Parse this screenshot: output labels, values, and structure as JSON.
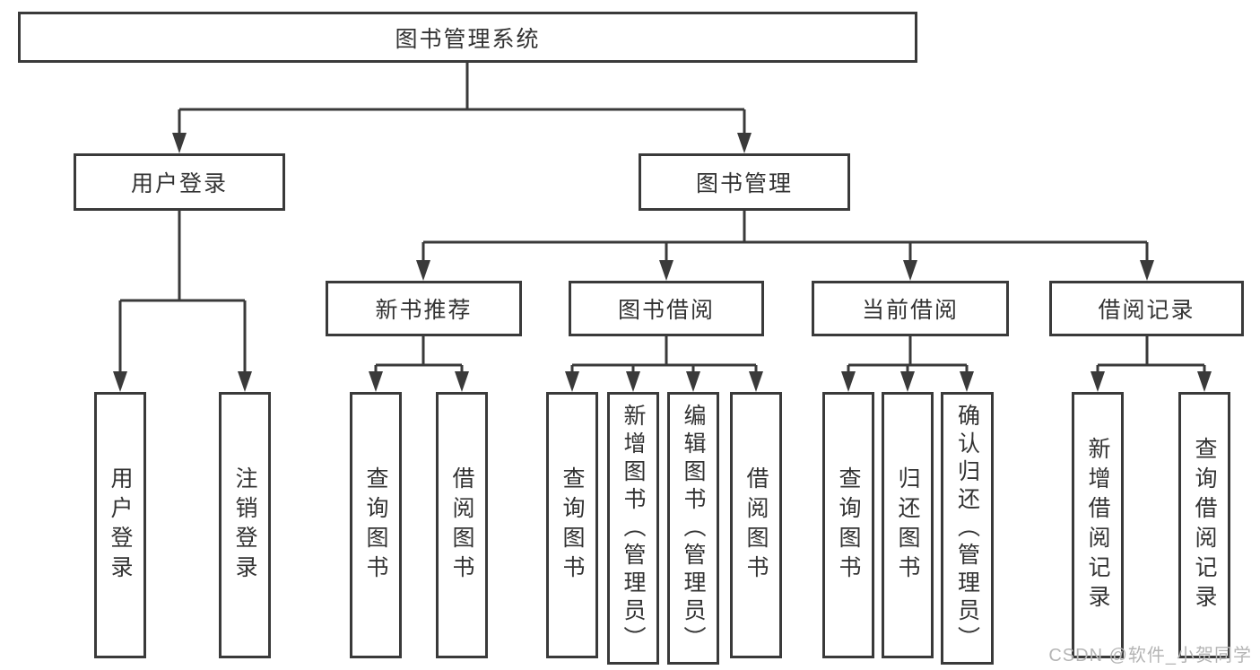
{
  "diagram": {
    "title": "图书管理系统",
    "watermark": "CSDN @软件_小贺同学",
    "colors": {
      "line": "#3a3a3a",
      "text": "#333333",
      "watermark": "#b5b5b5",
      "background": "#ffffff"
    },
    "level2": [
      {
        "label": "用户登录"
      },
      {
        "label": "图书管理"
      }
    ],
    "level3": [
      {
        "label": "新书推荐",
        "parent": "图书管理"
      },
      {
        "label": "图书借阅",
        "parent": "图书管理"
      },
      {
        "label": "当前借阅",
        "parent": "图书管理"
      },
      {
        "label": "借阅记录",
        "parent": "图书管理"
      }
    ],
    "leaves": [
      {
        "label": "用户登录",
        "parent": "用户登录"
      },
      {
        "label": "注销登录",
        "parent": "用户登录"
      },
      {
        "label": "查询图书",
        "parent": "新书推荐"
      },
      {
        "label": "借阅图书",
        "parent": "新书推荐"
      },
      {
        "label": "查询图书",
        "parent": "图书借阅"
      },
      {
        "label": "新增图书（管理员）",
        "parent": "图书借阅"
      },
      {
        "label": "编辑图书（管理员）",
        "parent": "图书借阅"
      },
      {
        "label": "借阅图书",
        "parent": "图书借阅"
      },
      {
        "label": "查询图书",
        "parent": "当前借阅"
      },
      {
        "label": "归还图书",
        "parent": "当前借阅"
      },
      {
        "label": "确认归还（管理员）",
        "parent": "当前借阅"
      },
      {
        "label": "新增借阅记录",
        "parent": "借阅记录"
      },
      {
        "label": "查询借阅记录",
        "parent": "借阅记录"
      }
    ]
  }
}
